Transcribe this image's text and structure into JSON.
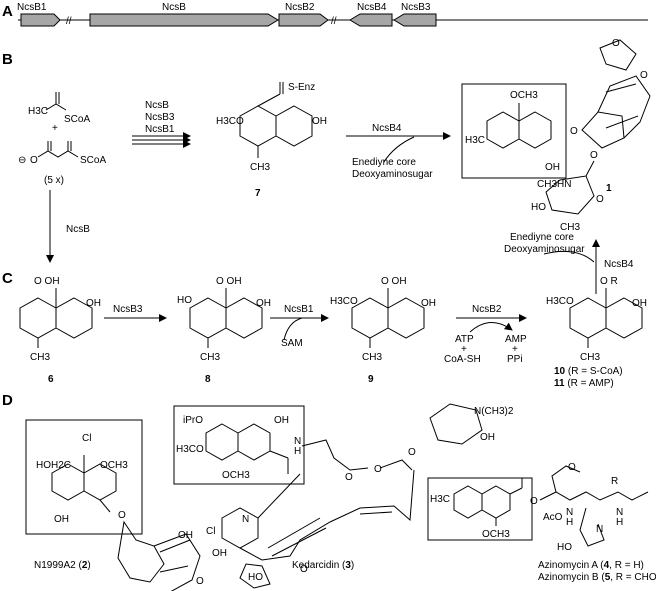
{
  "panels": {
    "a": "A",
    "b": "B",
    "c": "C",
    "d": "D"
  },
  "genes": {
    "ncsB1": "NcsB1",
    "ncsB": "NcsB",
    "ncsB2": "NcsB2",
    "ncsB4": "NcsB4",
    "ncsB3": "NcsB3",
    "break": "//"
  },
  "panel_b": {
    "acetyl_coa": "H3C",
    "acetyl_scoa": "SCoA",
    "plus": "+",
    "malonyl_minus": "⊖",
    "malonyl_o": "O",
    "malonyl_scoa": "SCoA",
    "malonyl_count": "(5 x)",
    "enzymes_1": "NcsB",
    "enzymes_2": "NcsB3",
    "enzymes_3": "NcsB1",
    "cmpd7_senz": "S-Enz",
    "cmpd7_meo": "H3CO",
    "cmpd7_oh": "OH",
    "cmpd7_ch3": "CH3",
    "cmpd7_label": "7",
    "step_ncsb4": "NcsB4",
    "step_enediyne": "Enediyne core",
    "step_deoxy": "Deoxyaminosugar",
    "cmpd1_och3": "OCH3",
    "cmpd1_h3c": "H3C",
    "cmpd1_o": "O",
    "cmpd1_oh": "OH",
    "cmpd1_ch3hn": "CH3HN",
    "cmpd1_ho": "HO",
    "cmpd1_ch3": "CH3",
    "cmpd1_ring_o": "O",
    "cmpd1_label": "1",
    "down_ncsb": "NcsB",
    "up_enediyne": "Enediyne core",
    "up_deoxy": "Deoxyaminosugar",
    "up_ncsb4": "NcsB4"
  },
  "panel_c": {
    "cmpd6_oh_acid": "O   OH",
    "cmpd6_oh": "OH",
    "cmpd6_ch3": "CH3",
    "cmpd6_label": "6",
    "step1": "NcsB3",
    "cmpd8_acid": "O   OH",
    "cmpd8_ho": "HO",
    "cmpd8_oh": "OH",
    "cmpd8_ch3": "CH3",
    "cmpd8_label": "8",
    "step2": "NcsB1",
    "step2_cofactor": "SAM",
    "cmpd9_acid": "O   OH",
    "cmpd9_meo": "H3CO",
    "cmpd9_oh": "OH",
    "cmpd9_ch3": "CH3",
    "cmpd9_label": "9",
    "step3": "NcsB2",
    "step3_atp": "ATP",
    "step3_plus1": "+",
    "step3_coash": "CoA-SH",
    "step3_amp": "AMP",
    "step3_plus2": "+",
    "step3_ppi": "PPi",
    "cmpd10_r": "O   R",
    "cmpd10_meo": "H3CO",
    "cmpd10_oh": "OH",
    "cmpd10_ch3": "CH3",
    "cmpd10_label_num": "10",
    "cmpd10_label_rest": " (R = S-CoA)",
    "cmpd11_label_num": "11",
    "cmpd11_label_rest": " (R = AMP)"
  },
  "panel_d": {
    "n1999_cl": "Cl",
    "n1999_hoh2c": "HOH2C",
    "n1999_och3": "OCH3",
    "n1999_o": "O",
    "n1999_oh_ar": "OH",
    "n1999_oh1": "OH",
    "n1999_oh2": "OH",
    "n1999_ring_o": "O",
    "n1999_name": "N1999A2 (",
    "n1999_num": "2",
    "n1999_close": ")",
    "ked_ipro": "iPrO",
    "ked_oh": "OH",
    "ked_meo1": "H3CO",
    "ked_och3": "OCH3",
    "ked_hn": "N",
    "ked_h": "H",
    "ked_o": "O",
    "ked_n": "N",
    "ked_cl": "Cl",
    "ked_nme2": "N(CH3)2",
    "ked_oh2": "OH",
    "ked_ring_o": "O",
    "ked_ho": "HO",
    "ked_name": "Kedarcidin (",
    "ked_num": "3",
    "ked_close": ")",
    "azi_h3c": "H3C",
    "azi_och3": "OCH3",
    "azi_o": "O",
    "azi_nh1": "N",
    "azi_nh2": "N",
    "azi_h1": "H",
    "azi_h2": "H",
    "azi_r": "R",
    "azi_aco": "AcO",
    "azi_ho": "HO",
    "azi_n": "N",
    "azi_a_name": "Azinomycin A (",
    "azi_a_num": "4",
    "azi_a_rest": ", R = H)",
    "azi_b_name": "Azinomycin B (",
    "azi_b_num": "5",
    "azi_b_rest": ", R = CHO)"
  },
  "colors": {
    "gene_fill": "#a6a6a6",
    "ink": "#000000",
    "background": "#ffffff"
  }
}
